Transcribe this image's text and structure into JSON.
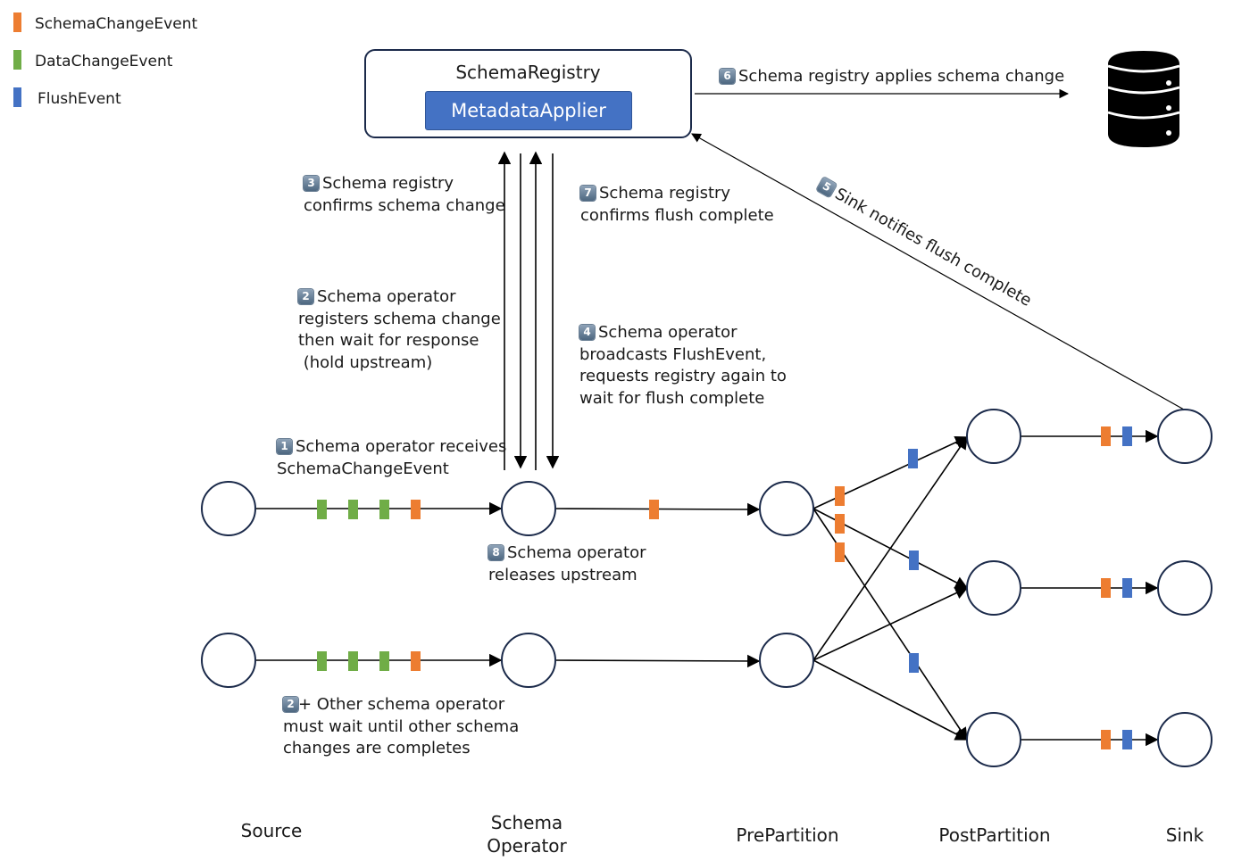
{
  "legend": [
    {
      "label": "SchemaChangeEvent",
      "color": "#ed7d31"
    },
    {
      "label": "DataChangeEvent",
      "color": "#70ad47"
    },
    {
      "label": "FlushEvent",
      "color": "#4472c4"
    }
  ],
  "registry": {
    "title": "SchemaRegistry",
    "applier": "MetadataApplier"
  },
  "steps": {
    "s1": {
      "num": "1",
      "line1": "Schema operator receives",
      "line2": "SchemaChangeEvent"
    },
    "s2": {
      "num": "2",
      "line1": "Schema operator",
      "line2": "registers schema change",
      "line3": "then wait for response",
      "line4": " (hold upstream)"
    },
    "s3": {
      "num": "3",
      "line1": "Schema registry",
      "line2": "confirms schema change"
    },
    "s4": {
      "num": "4",
      "line1": "Schema operator",
      "line2": "broadcasts FlushEvent,",
      "line3": "requests registry again to",
      "line4": "wait for flush complete"
    },
    "s5": {
      "num": "5",
      "text": "Sink notifies flush complete"
    },
    "s6": {
      "num": "6",
      "text": "Schema registry applies schema change"
    },
    "s7": {
      "num": "7",
      "line1": "Schema registry",
      "line2": "confirms flush complete"
    },
    "s8": {
      "num": "8",
      "line1": "Schema operator",
      "line2": "releases upstream"
    },
    "s2plus": {
      "num": "2",
      "line1": "+ Other schema operator",
      "line2": "must wait until other schema",
      "line3": "changes are completes"
    }
  },
  "stages": {
    "source": "Source",
    "schema_operator_1": "Schema",
    "schema_operator_2": "Operator",
    "prepartition": "PrePartition",
    "postpartition": "PostPartition",
    "sink": "Sink"
  },
  "icons": {
    "database": "database-icon"
  }
}
